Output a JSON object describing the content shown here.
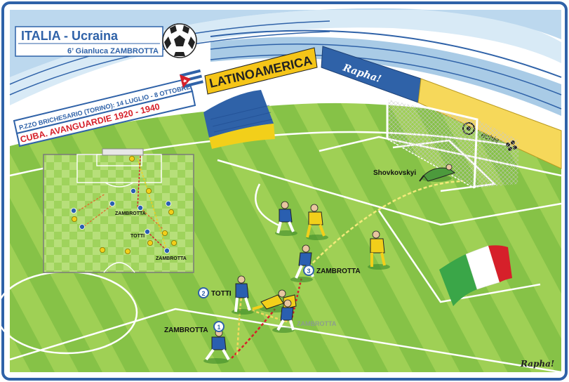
{
  "header": {
    "match": "ITALIA - Ucraina",
    "goal": "6’ Gianluca ZAMBROTTA"
  },
  "banners": {
    "latinoamerica": "LATINOAMERICA",
    "exhibition_line1": "P.ZZO BRICHESARIO (TORINO): 14 LUGLIO - 8 OTTOBRE",
    "exhibition_line2": "CUBA. AVANGUARDIE 1920 - 1940",
    "board_signature": "Rapha!",
    "sponsor_text": "echie"
  },
  "players": {
    "goalkeeper": "Shovkovskyi",
    "step1": {
      "number": "1",
      "name": "ZAMBROTTA"
    },
    "step2": {
      "number": "2",
      "name": "TOTTI"
    },
    "step3": {
      "number": "3",
      "name": "ZAMBROTTA"
    },
    "ghost": "ZAMBROTTA"
  },
  "minimap": {
    "label_zambrotta_top": "ZAMBROTTA",
    "label_totti": "TOTTI",
    "label_zambrotta_bottom": "ZAMBROTTA"
  },
  "signature": "Rapha!",
  "colors": {
    "sky_frame": "#2f62a8",
    "pitch_light": "#a6d45a",
    "pitch_dark": "#6fb63a",
    "italy_blue": "#2a5fb0",
    "ukraine_yellow": "#f2cf1a",
    "banner_yellow": "#f5c518",
    "banner_red": "#d6202a"
  }
}
